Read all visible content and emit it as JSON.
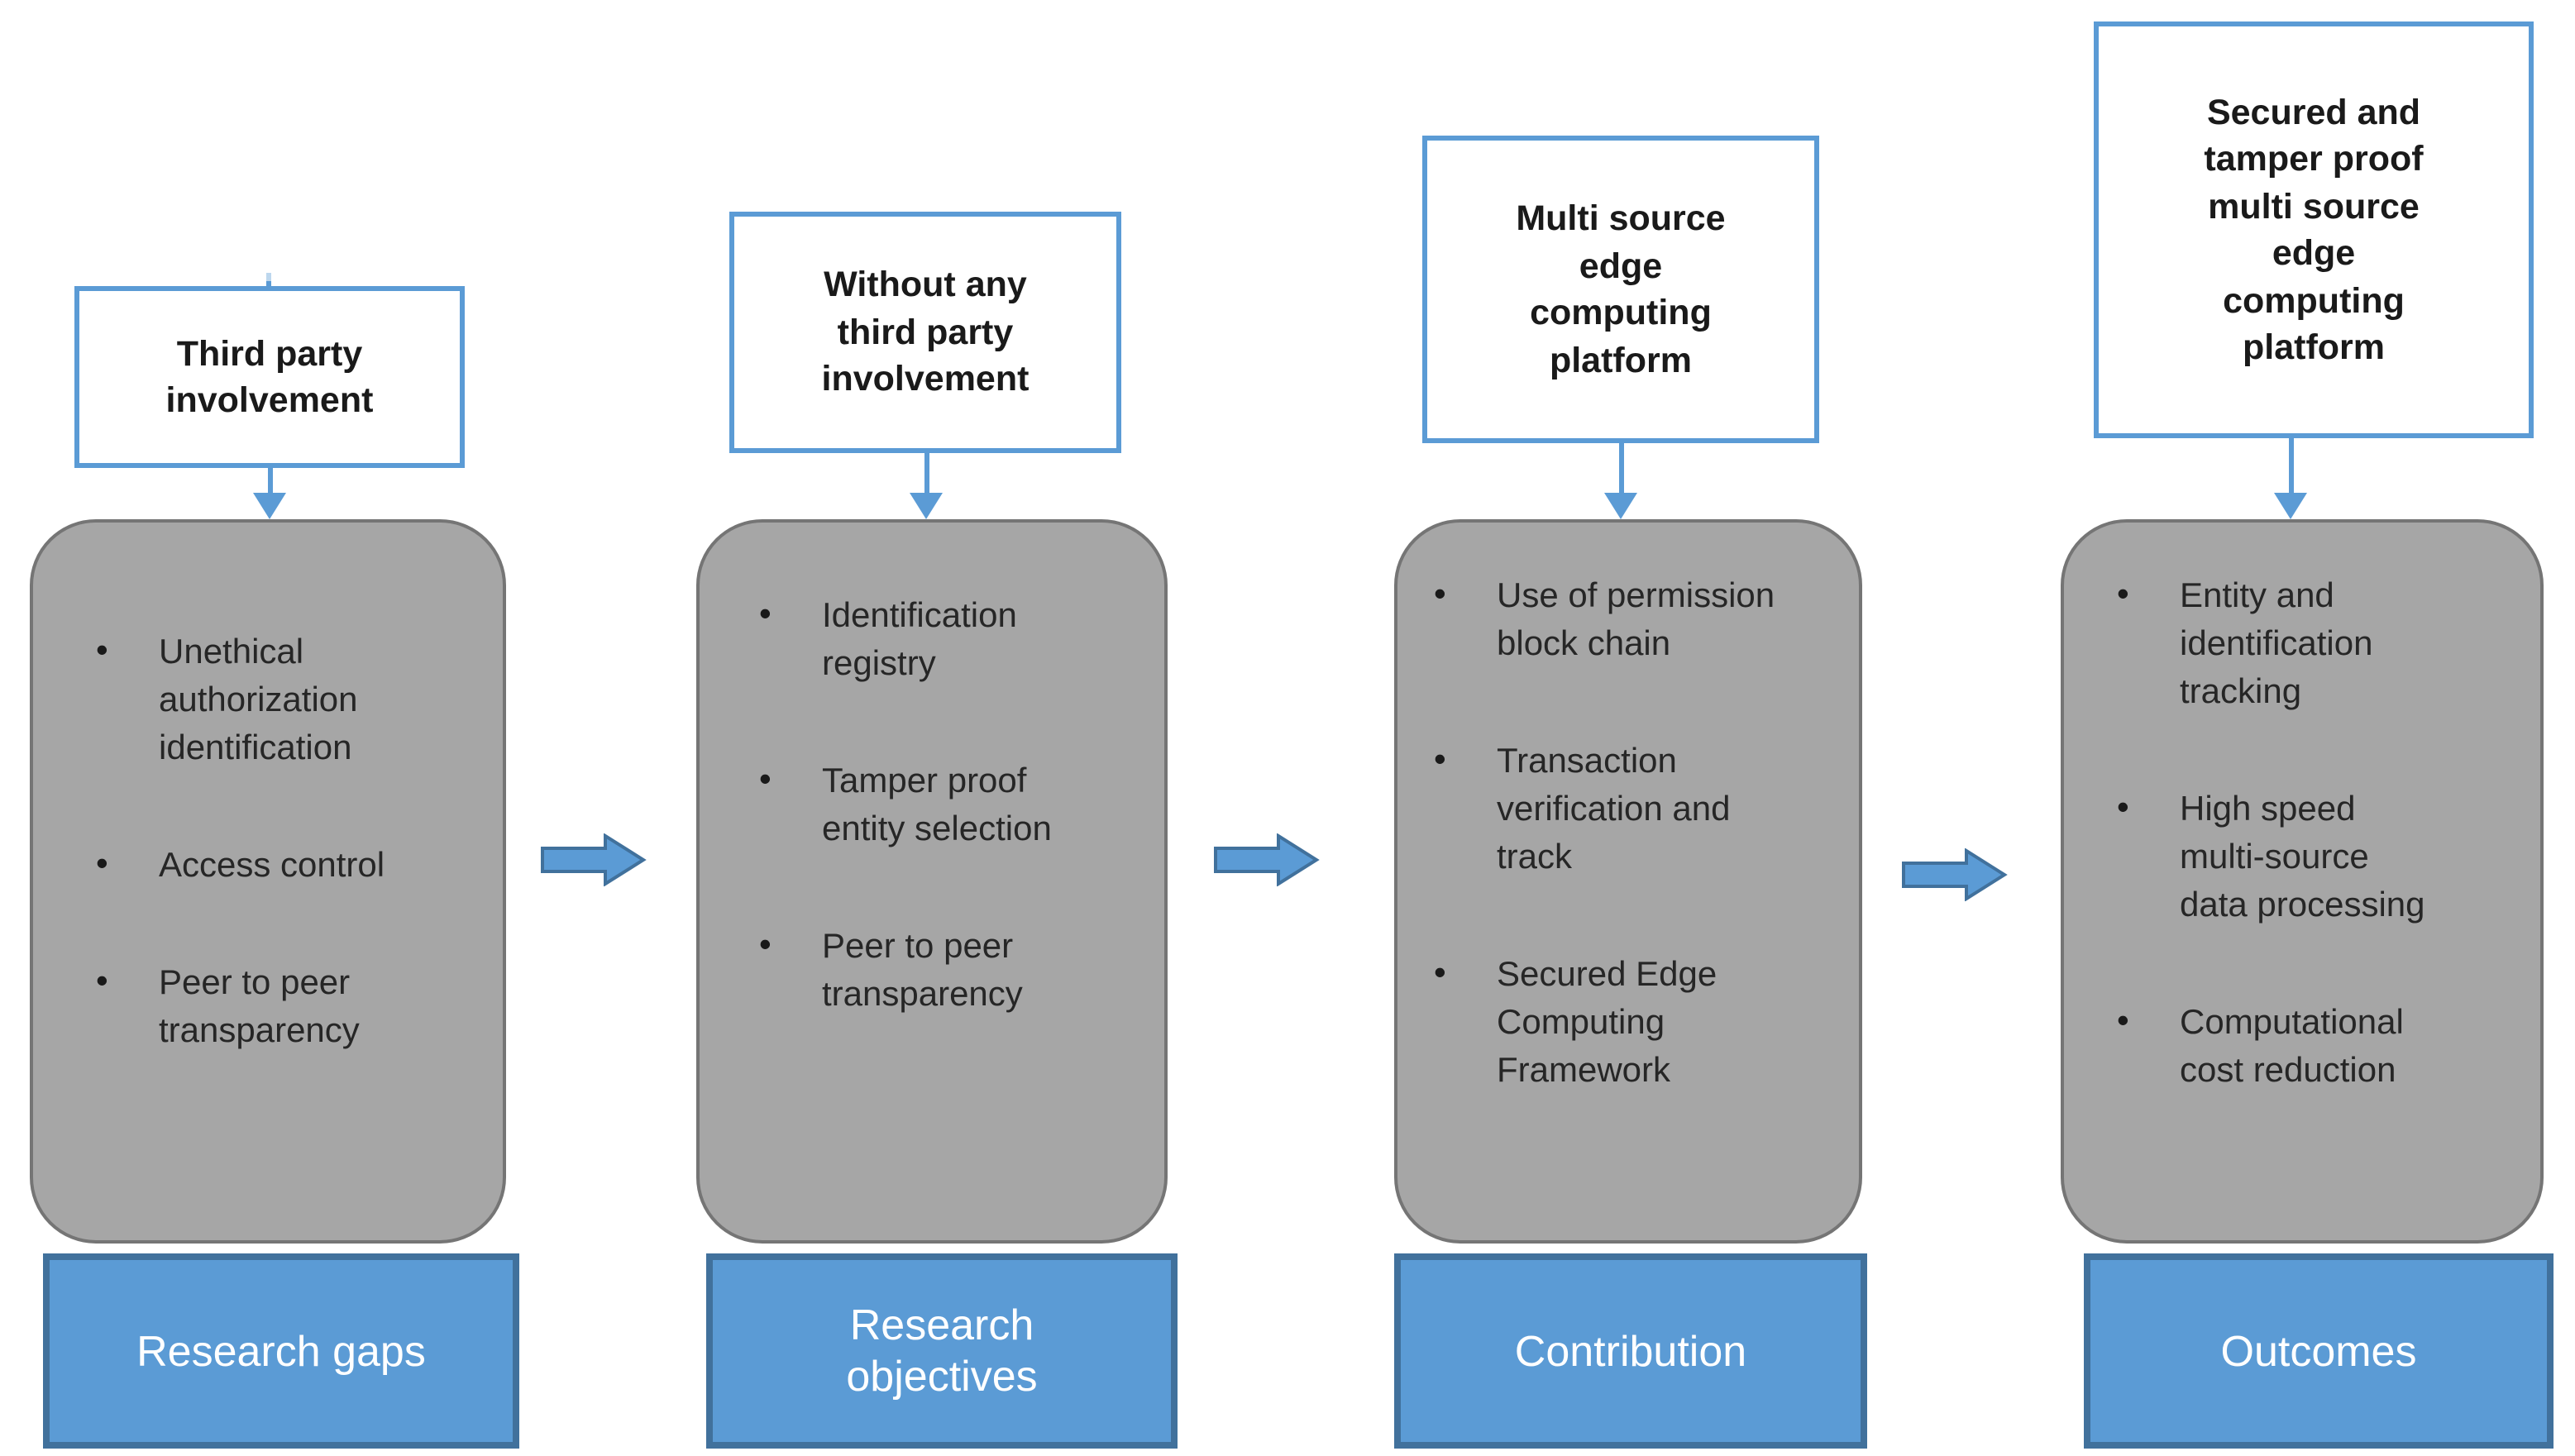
{
  "figure": {
    "description": "Research overview flow diagram with four stages",
    "colors": {
      "accent_blue_fill": "#5B9BD5",
      "accent_blue_border": "#41719C",
      "gray_fill": "#A6A6A6",
      "gray_border": "#757575",
      "white_box_border": "#5B9BD5",
      "text_dark": "#262626",
      "text_white": "#ffffff"
    }
  },
  "columns": [
    {
      "top_label": "Third party\ninvolvement",
      "bullet_marker": "•",
      "bullets": [
        "Unethical\nauthorization\nidentification",
        "Access control",
        "Peer to peer\ntransparency"
      ],
      "bottom_label": "Research gaps"
    },
    {
      "top_label": "Without any\nthird party\ninvolvement",
      "bullet_marker": "•",
      "bullets": [
        "Identification\nregistry",
        "Tamper proof\nentity selection",
        "Peer to peer\ntransparency"
      ],
      "bottom_label": "Research\nobjectives"
    },
    {
      "top_label": "Multi source\nedge\ncomputing\nplatform",
      "bullet_marker": "•",
      "bullets": [
        "Use of permission\nblock chain",
        "Transaction\nverification and\ntrack",
        "Secured Edge\nComputing\nFramework"
      ],
      "bottom_label": "Contribution"
    },
    {
      "top_label": "Secured and\ntamper proof\nmulti source\nedge\ncomputing\nplatform",
      "bullet_marker": "•",
      "bullets": [
        "Entity and\nidentification\ntracking",
        "High speed\nmulti-source\ndata processing",
        "Computational\ncost reduction"
      ],
      "bottom_label": "Outcomes"
    }
  ]
}
